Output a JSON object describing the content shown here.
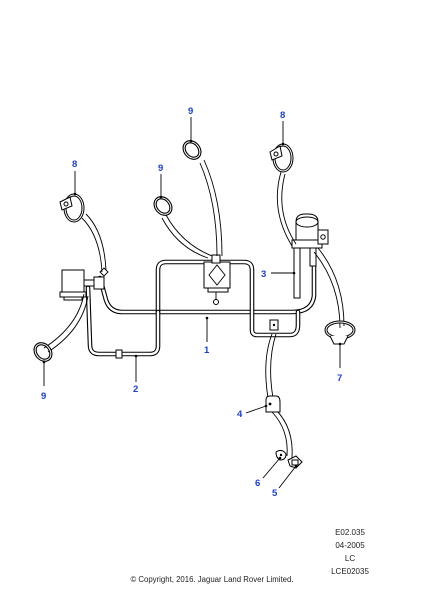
{
  "callouts": {
    "c1": "1",
    "c2": "2",
    "c3": "3",
    "c4": "4",
    "c5": "5",
    "c6": "6",
    "c7": "7",
    "c8a": "8",
    "c8b": "8",
    "c9a": "9",
    "c9b": "9",
    "c9c": "9"
  },
  "meta": {
    "ref": "E02.035",
    "date": "04-2005",
    "code": "LC",
    "id": "LCE02035"
  },
  "copyright": "© Copyright, 2016. Jaguar Land Rover Limited.",
  "colors": {
    "callout": "#1a3fd6",
    "line": "#000000",
    "background": "#ffffff"
  }
}
